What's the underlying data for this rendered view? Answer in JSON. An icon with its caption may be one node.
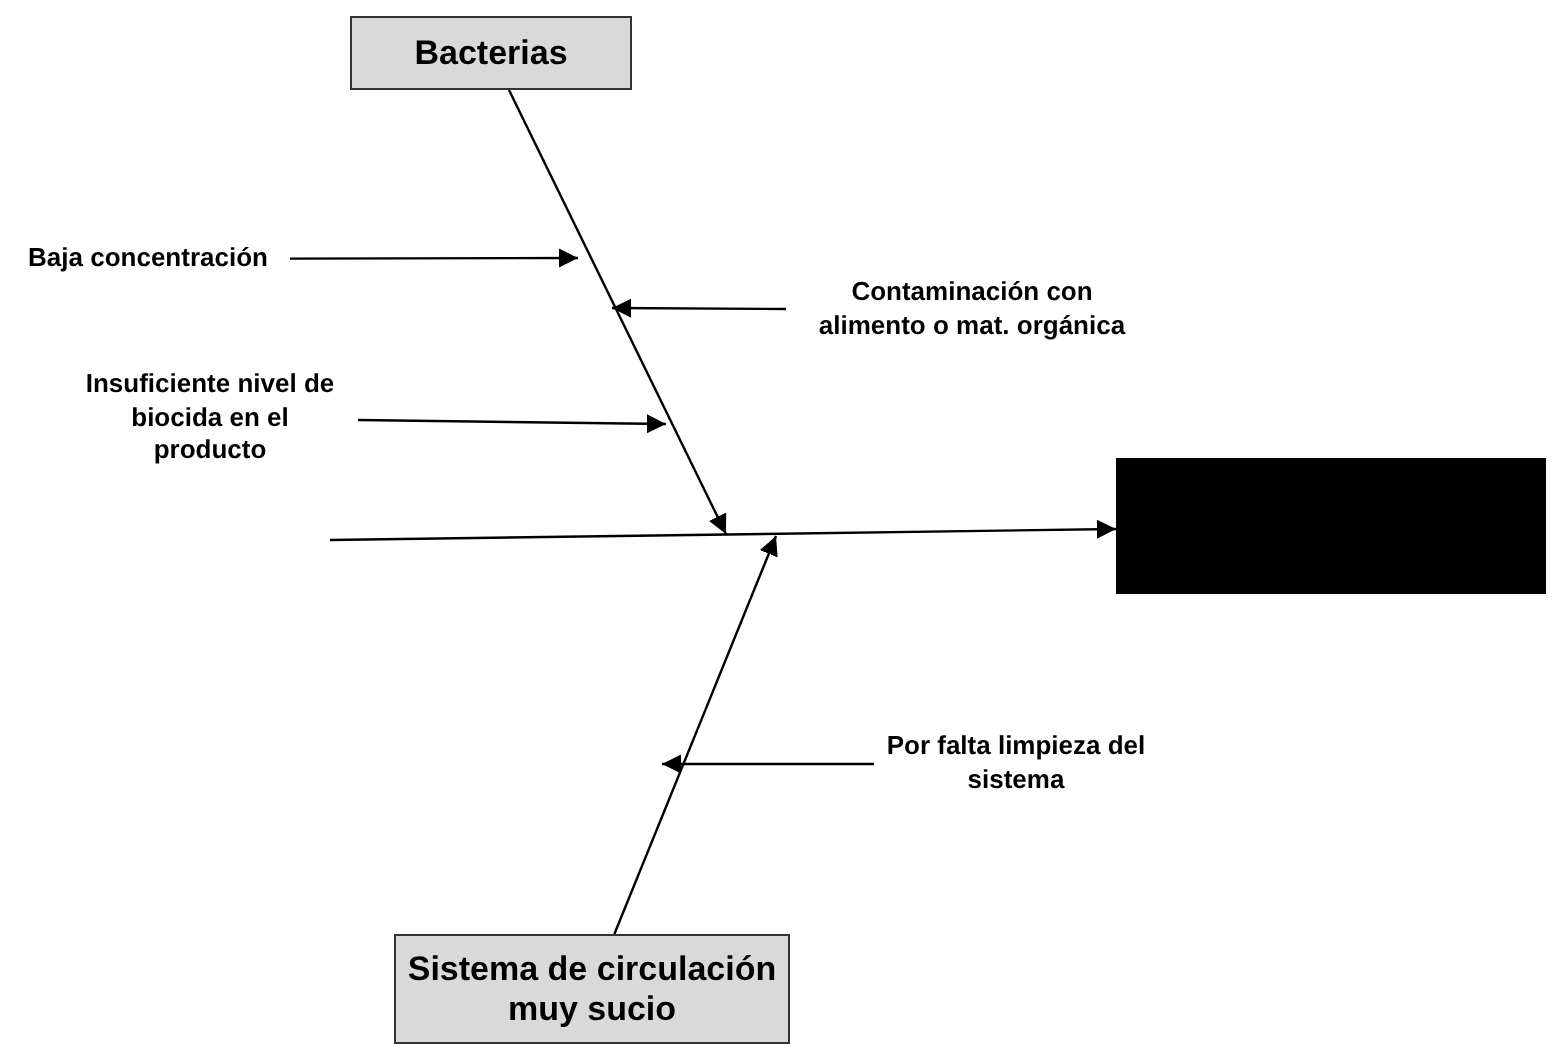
{
  "diagram": {
    "nodes": [
      {
        "text": [
          "Bacterias"
        ]
      },
      {
        "text": [
          "Baja concentración"
        ]
      },
      {
        "text": [
          "Contaminación con alimento o mat. orgánica"
        ]
      },
      {
        "text": [
          "Insuficiente nivel de biocida en el producto"
        ]
      },
      {
        "text": [],
        "shape": "box"
      },
      {
        "text": [
          "Por falta limpieza del sistema"
        ]
      },
      {
        "text": [
          "Sistema de circulación muy sucio"
        ]
      }
    ],
    "edges": [
      {
        "from": null,
        "to": 4,
        "arrow": "to"
      },
      {
        "from": 0,
        "to": null,
        "arrow": "to"
      },
      {
        "from": 6,
        "to": null,
        "arrow": "to"
      },
      {
        "from": 1,
        "to": null,
        "arrow": "to"
      },
      {
        "from": 2,
        "to": null,
        "arrow": "to"
      },
      {
        "from": 3,
        "to": null,
        "arrow": "to"
      },
      {
        "from": 5,
        "to": null,
        "arrow": "to"
      }
    ]
  }
}
